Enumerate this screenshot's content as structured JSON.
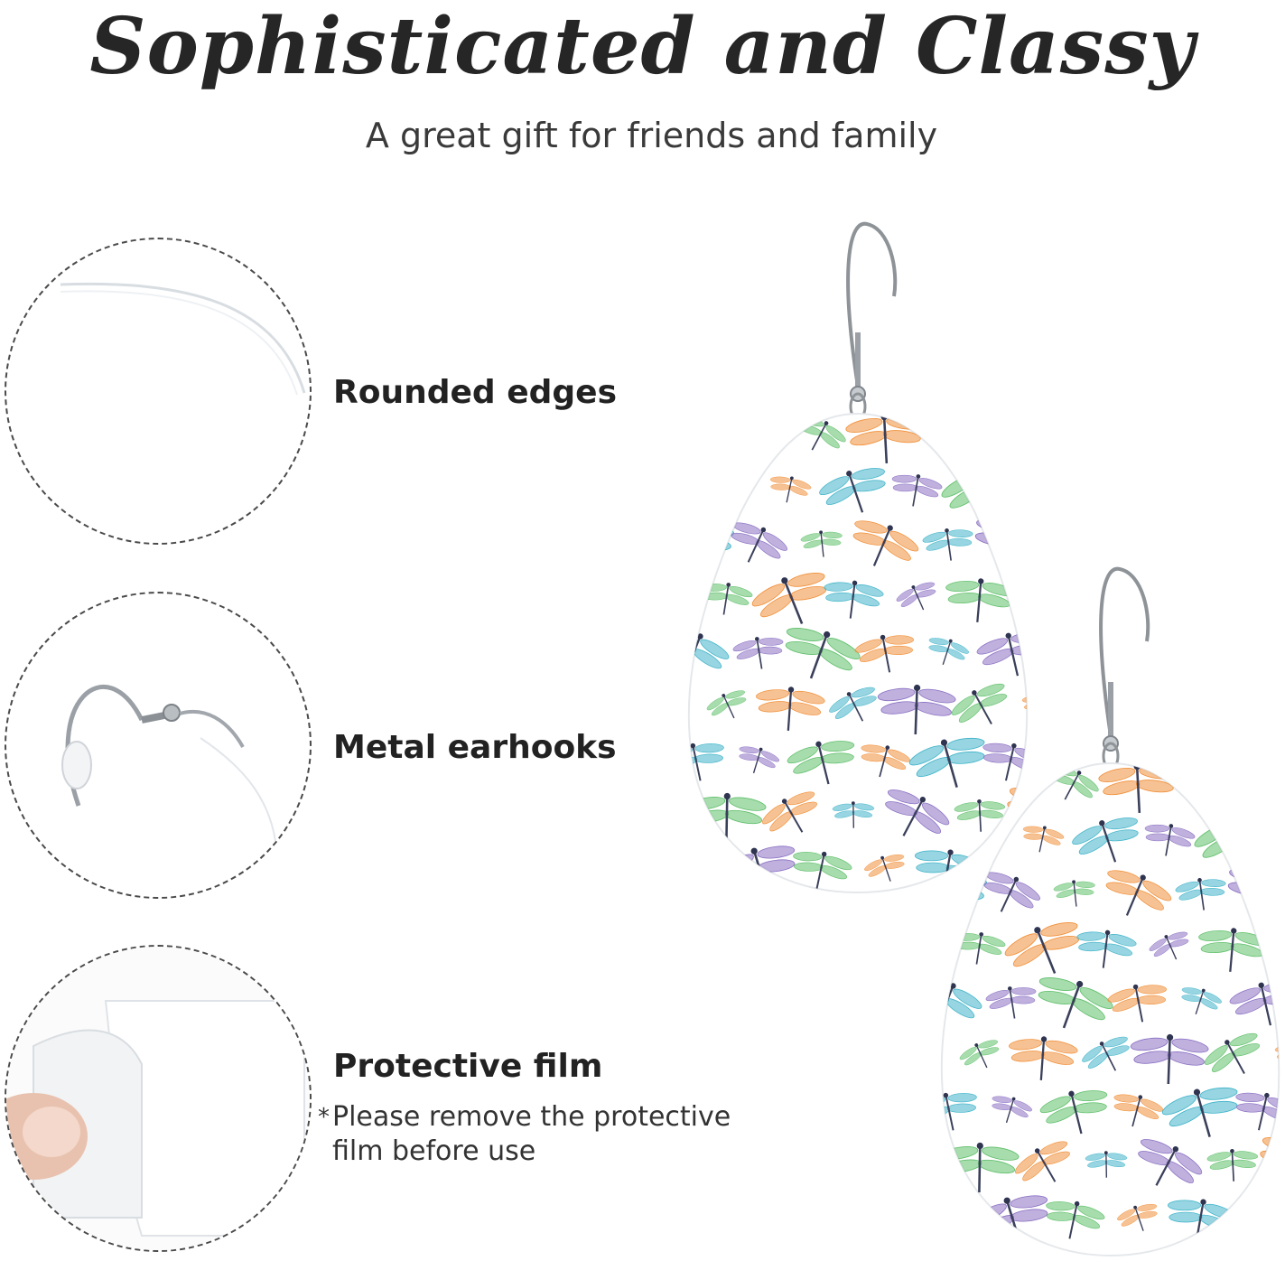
{
  "header": {
    "title": "Sophisticated and Classy",
    "subtitle": "A great gift for friends and family"
  },
  "features": [
    {
      "label": "Rounded edges",
      "icon": "rounded-edge-closeup-icon"
    },
    {
      "label": "Metal earhooks",
      "icon": "earhook-closeup-icon"
    },
    {
      "label": "Protective film",
      "icon": "protective-film-peel-icon"
    }
  ],
  "note": {
    "asterisk": "*",
    "text": "Please remove the protective film before use"
  },
  "product": {
    "earrings": [
      "dragonfly-teardrop-earring-icon",
      "dragonfly-teardrop-earring-icon"
    ]
  },
  "colors": {
    "headline": "#262626",
    "dashed_border": "#4a4a4a",
    "dragonfly_teal": "#3fb3c9",
    "dragonfly_purple": "#8a6fc2",
    "dragonfly_green": "#5fbf6a",
    "dragonfly_orange": "#f0903a"
  }
}
